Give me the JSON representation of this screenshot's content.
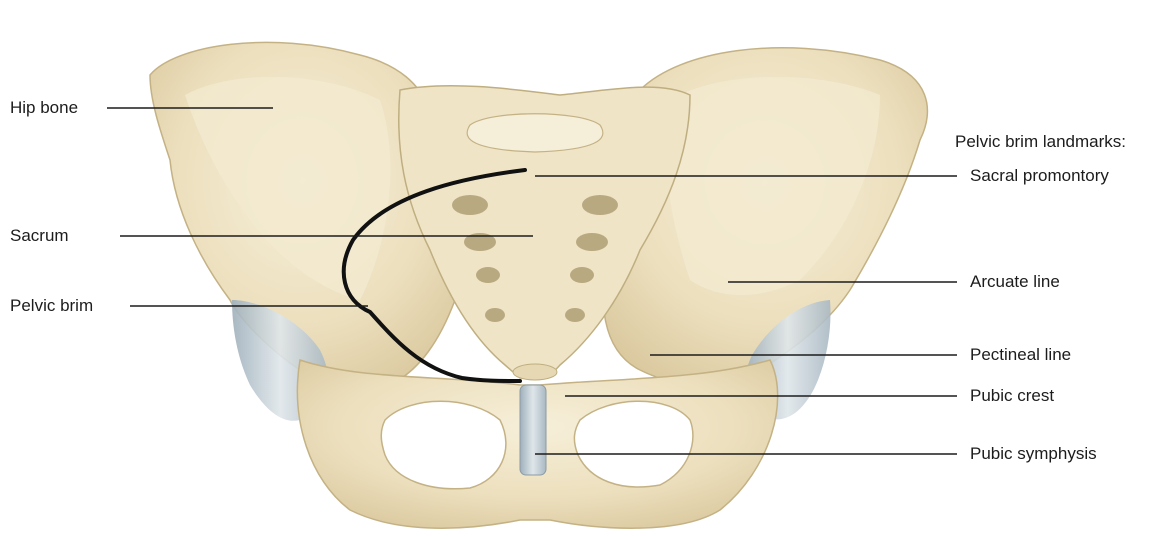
{
  "labels": {
    "hip_bone": "Hip bone",
    "sacrum": "Sacrum",
    "pelvic_brim": "Pelvic brim",
    "landmarks_heading": "Pelvic brim landmarks:",
    "sacral_promontory": "Sacral promontory",
    "arcuate_line": "Arcuate line",
    "pectineal_line": "Pectineal line",
    "pubic_crest": "Pubic crest",
    "pubic_symphysis": "Pubic symphysis"
  },
  "colors": {
    "bone": "#efe3c4",
    "bone_shadow": "#c9b98f",
    "cartilage": "#b9c6cf",
    "brim_line": "#111111",
    "leader_line": "#1c1c1c"
  }
}
